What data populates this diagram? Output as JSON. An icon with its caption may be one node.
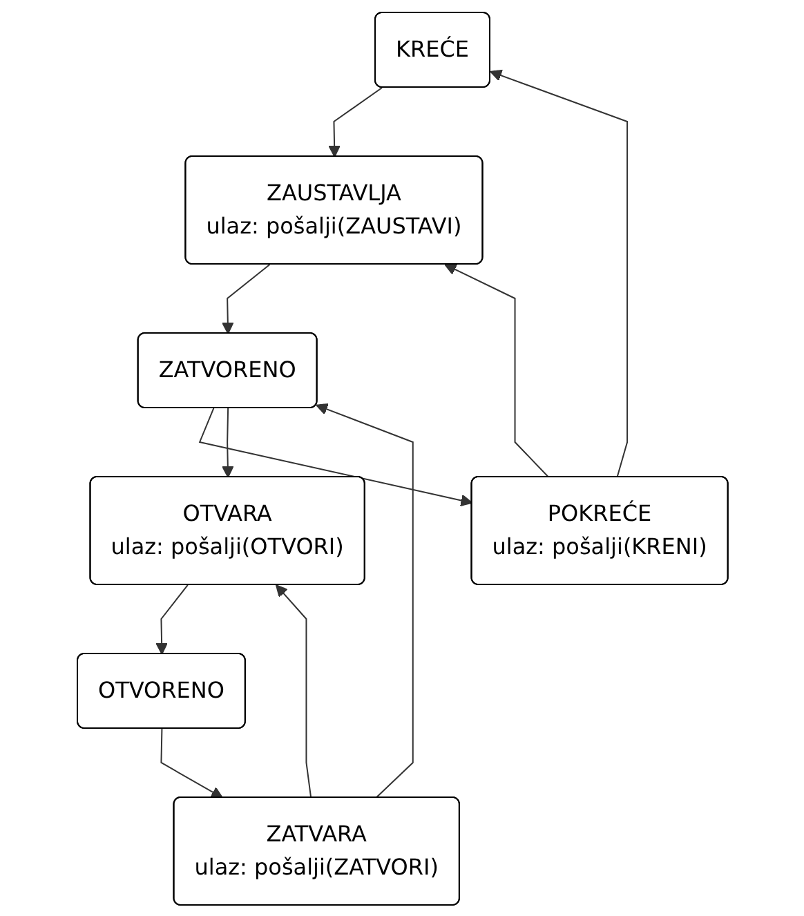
{
  "diagram": {
    "nodes": [
      {
        "text": [
          "KREĆE"
        ]
      },
      {
        "text": [
          "POKREĆE",
          "ulaz: pošalji(KRENI)"
        ]
      },
      {
        "text": [
          "ZAUSTAVLJA",
          "ulaz: pošalji(ZAUSTAVI)"
        ]
      },
      {
        "text": [
          "ZATVORENO"
        ]
      },
      {
        "text": [
          "OTVARA",
          "ulaz: pošalji(OTVORI)"
        ]
      },
      {
        "text": [
          "ZATVARA",
          "ulaz: pošalji(ZATVORI)"
        ]
      },
      {
        "text": [
          "OTVORENO"
        ]
      }
    ],
    "edges": [
      {
        "from": 1,
        "to": 0,
        "arrow": "to"
      },
      {
        "from": 0,
        "to": 2,
        "arrow": "to"
      },
      {
        "from": 1,
        "to": 2,
        "arrow": "to"
      },
      {
        "from": 2,
        "to": 3,
        "arrow": "to"
      },
      {
        "from": 3,
        "to": 1,
        "arrow": "to"
      },
      {
        "from": 3,
        "to": 4,
        "arrow": "to"
      },
      {
        "from": 4,
        "to": 6,
        "arrow": "to"
      },
      {
        "from": 6,
        "to": 5,
        "arrow": "to"
      },
      {
        "from": 5,
        "to": 3,
        "arrow": "to"
      },
      {
        "from": 5,
        "to": 4,
        "arrow": "to"
      }
    ]
  }
}
